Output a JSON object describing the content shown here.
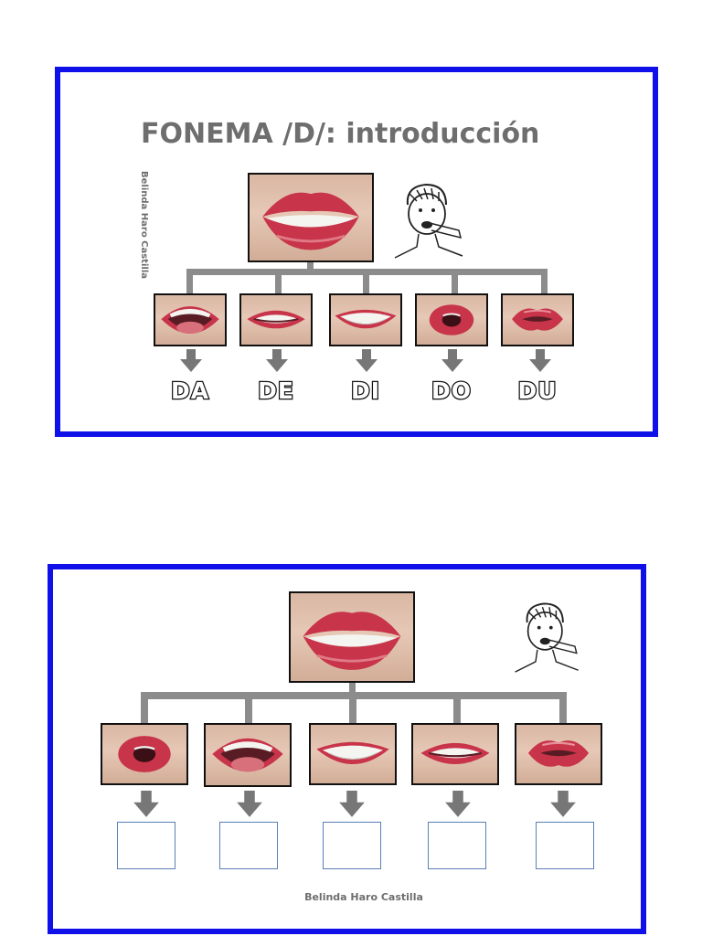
{
  "card1": {
    "title": "FONEMA /D/: introducción",
    "credit": "Belinda Haro Castilla",
    "main_icon": "mouth-closed-lips-icon",
    "gesture_icon": "child-tongue-teeth-drawing-icon",
    "options": [
      {
        "syllable": "DA",
        "icon": "mouth-open-wide-icon"
      },
      {
        "syllable": "DE",
        "icon": "mouth-smile-teeth-icon"
      },
      {
        "syllable": "DI",
        "icon": "mouth-wide-smile-icon"
      },
      {
        "syllable": "DO",
        "icon": "mouth-round-o-icon"
      },
      {
        "syllable": "DU",
        "icon": "mouth-pucker-u-icon"
      }
    ]
  },
  "card2": {
    "credit": "Belinda Haro Castilla",
    "main_icon": "mouth-closed-lips-icon",
    "gesture_icon": "child-tongue-teeth-drawing-icon",
    "options": [
      {
        "icon": "mouth-round-o-icon",
        "answer": ""
      },
      {
        "icon": "mouth-open-wide-icon",
        "answer": ""
      },
      {
        "icon": "mouth-wide-smile-icon",
        "answer": ""
      },
      {
        "icon": "mouth-smile-teeth-icon",
        "answer": ""
      },
      {
        "icon": "mouth-pucker-u-icon",
        "answer": ""
      }
    ]
  },
  "colors": {
    "frame": "#1010e8",
    "connector": "#8c8c8c",
    "title": "#6e6e6e",
    "lips": "#c8344a",
    "answer_box": "#5b7fb5"
  }
}
